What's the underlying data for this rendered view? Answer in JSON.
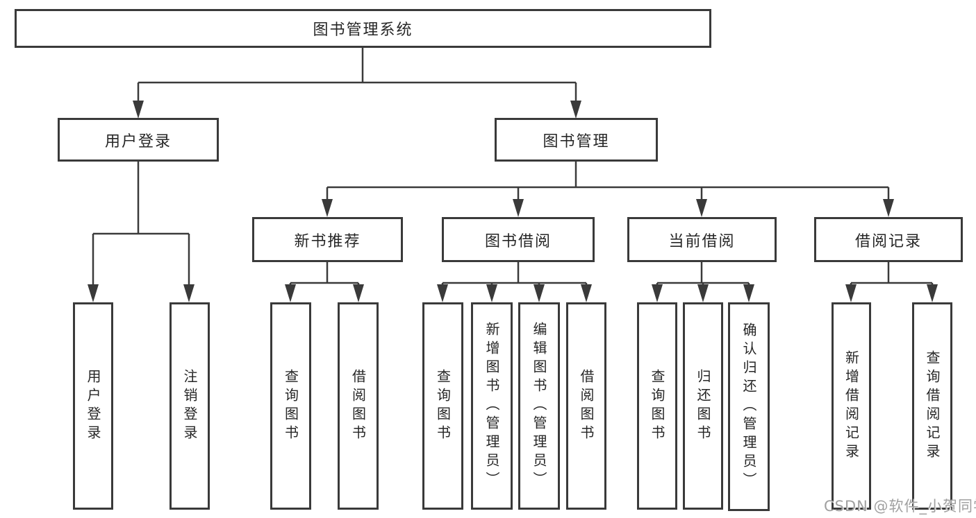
{
  "colors": {
    "line": "#3a3a3a",
    "box_border": "#3a3a3a",
    "text": "#262626",
    "watermark": "#a0a0a0",
    "background": "#ffffff"
  },
  "tree": {
    "root": {
      "label": "图书管理系统"
    },
    "branches": [
      {
        "label": "用户登录",
        "children": [
          {
            "label": "用户登录"
          },
          {
            "label": "注销登录"
          }
        ]
      },
      {
        "label": "图书管理",
        "children": [
          {
            "label": "新书推荐",
            "children": [
              {
                "label": "查询图书"
              },
              {
                "label": "借阅图书"
              }
            ]
          },
          {
            "label": "图书借阅",
            "children": [
              {
                "label": "查询图书"
              },
              {
                "label": "新增图书（管理员）"
              },
              {
                "label": "编辑图书（管理员）"
              },
              {
                "label": "借阅图书"
              }
            ]
          },
          {
            "label": "当前借阅",
            "children": [
              {
                "label": "查询图书"
              },
              {
                "label": "归还图书"
              },
              {
                "label": "确认归还（管理员）"
              }
            ]
          },
          {
            "label": "借阅记录",
            "children": [
              {
                "label": "新增借阅记录"
              },
              {
                "label": "查询借阅记录"
              }
            ]
          }
        ]
      }
    ]
  },
  "watermark": {
    "text": "CSDN @软件_小贺同学"
  }
}
